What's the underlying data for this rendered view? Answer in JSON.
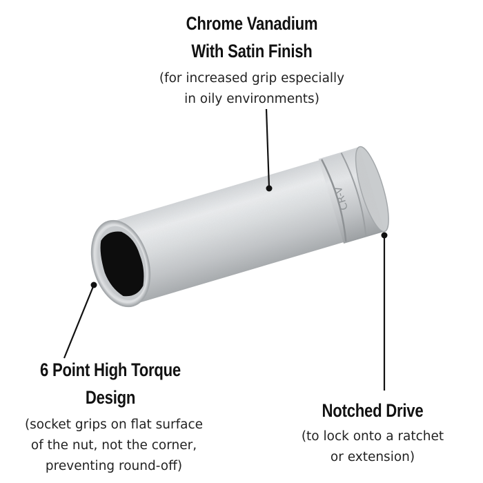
{
  "callouts": {
    "material": {
      "title_line1": "Chrome Vanadium",
      "title_line2": "With Satin Finish",
      "desc_line1": "(for increased grip especially",
      "desc_line2": "in oily environments)"
    },
    "design": {
      "title_line1": "6 Point High Torque",
      "title_line2": "Design",
      "desc_line1": "(socket grips on flat surface",
      "desc_line2": "of the nut, not the corner,",
      "desc_line3": "preventing round-off)"
    },
    "drive": {
      "title_line1": "Notched Drive",
      "desc_line1": "(to lock onto a ratchet",
      "desc_line2": "or extension)"
    }
  },
  "product": {
    "engraving": "CR-V",
    "colors": {
      "metal_light": "#e4e6e8",
      "metal_mid": "#c3c6c9",
      "metal_dark": "#8f9396",
      "bore": "#0d0d0d",
      "line": "#111111"
    }
  }
}
